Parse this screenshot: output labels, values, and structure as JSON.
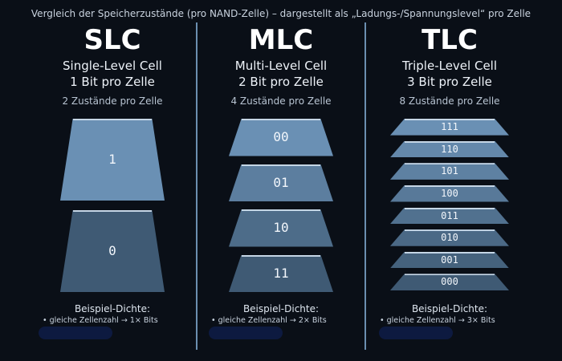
{
  "header": {
    "caption": "Vergleich der Speicherzustände (pro NAND-Zelle) – dargestellt als „Ladungs-/Spannungslevel“ pro Zelle"
  },
  "columns": [
    {
      "abbr": "SLC",
      "name": "Single-Level Cell",
      "bits": "1 Bit pro Zelle",
      "states": "2 Zustände pro Zelle",
      "levels": [
        "1",
        "0"
      ],
      "example_title": "Beispiel-Dichte:",
      "example_text": "• gleiche Zellenzahl → 1× Bits"
    },
    {
      "abbr": "MLC",
      "name": "Multi-Level Cell",
      "bits": "2 Bit pro Zelle",
      "states": "4 Zustände pro Zelle",
      "levels": [
        "00",
        "01",
        "10",
        "11"
      ],
      "example_title": "Beispiel-Dichte:",
      "example_text": "• gleiche Zellenzahl → 2× Bits"
    },
    {
      "abbr": "TLC",
      "name": "Triple-Level Cell",
      "bits": "3 Bit pro Zelle",
      "states": "8 Zustände pro Zelle",
      "levels": [
        "111",
        "110",
        "101",
        "100",
        "011",
        "010",
        "001",
        "000"
      ],
      "example_title": "Beispiel-Dichte:",
      "example_text": "• gleiche Zellenzahl → 3× Bits"
    }
  ],
  "colors": {
    "level_top": "#6a90b4",
    "level_bottom": "#3f5a74",
    "divider": "#6b8fb0",
    "background": "#0a0f17"
  }
}
